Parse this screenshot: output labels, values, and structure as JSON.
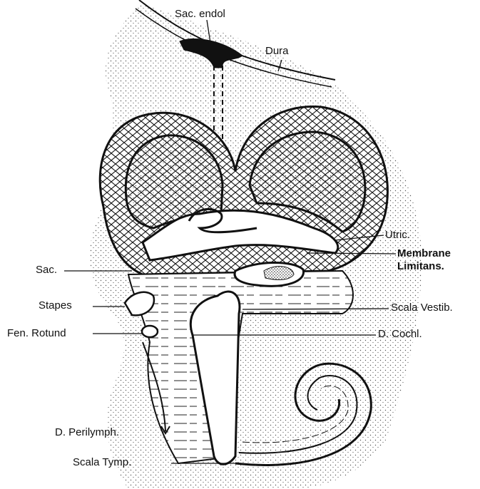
{
  "labels": {
    "sac_endol": "Sac. endol",
    "dura": "Dura",
    "utric": "Utric.",
    "membrane": "Membrane",
    "limitans": "Limitans.",
    "sac": "Sac.",
    "stapes": "Stapes",
    "scala_vestib": "Scala Vestib.",
    "fen_rotund": "Fen. Rotund",
    "d_cochl": "D. Cochl.",
    "d_perilymph": "D. Perilymph.",
    "scala_tymp": "Scala Tymp."
  },
  "colors": {
    "ink": "#111111",
    "stipple": "#555555",
    "paper": "#ffffff"
  }
}
